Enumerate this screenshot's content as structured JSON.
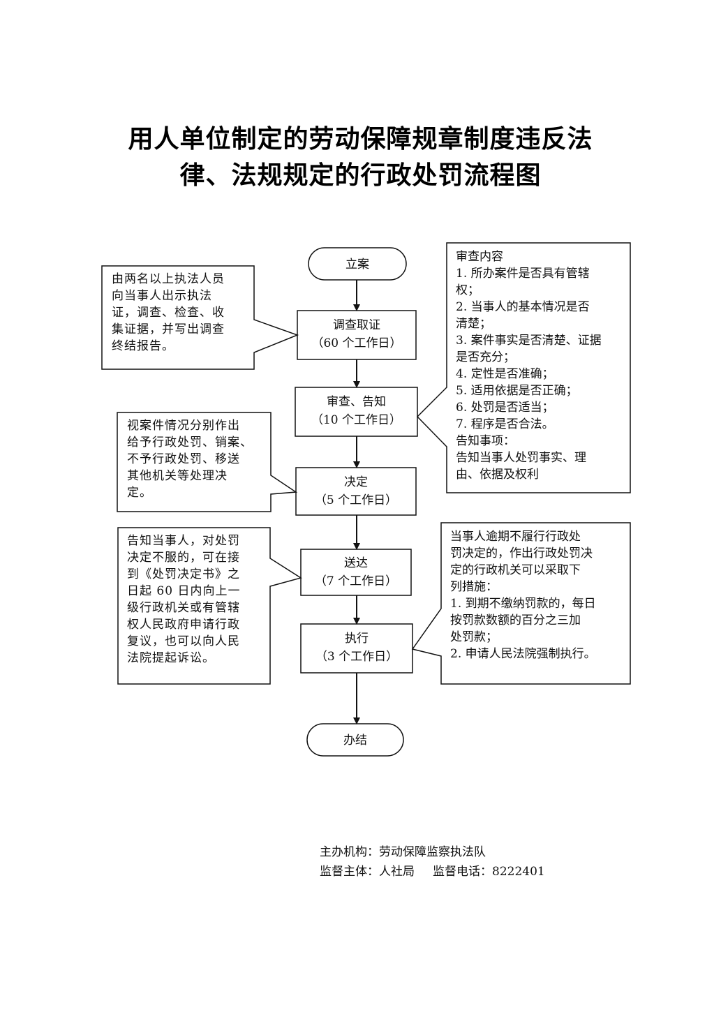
{
  "title": {
    "line1": "用人单位制定的劳动保障规章制度违反法",
    "line2": "律、法规规定的行政处罚流程图"
  },
  "flow": {
    "start": "立案",
    "steps": [
      {
        "name": "调查取证",
        "days": "（60 个工作日）"
      },
      {
        "name": "审查、告知",
        "days": "（10 个工作日）"
      },
      {
        "name": "决定",
        "days": "（5 个工作日）"
      },
      {
        "name": "送达",
        "days": "（7 个工作日）"
      },
      {
        "name": "执行",
        "days": "（3 个工作日）"
      }
    ],
    "end": "办结"
  },
  "notes": {
    "investigation": [
      "由两名以上执法人员",
      "向当事人出示执法",
      "证，调查、检查、收",
      "集证据，并写出调查",
      "终结报告。"
    ],
    "review": [
      "审查内容",
      "1. 所办案件是否具有管辖",
      "权；",
      "2. 当事人的基本情况是否",
      "清楚；",
      "3. 案件事实是否清楚、证据",
      "是否充分；",
      "4. 定性是否准确；",
      "5. 适用依据是否正确；",
      "6. 处罚是否适当；",
      "7. 程序是否合法。",
      "告知事项：",
      "告知当事人处罚事实、理",
      "由、依据及权利"
    ],
    "decision": [
      "视案件情况分别作出",
      "给予行政处罚、销案、",
      "不予行政处罚、移送",
      "其他机关等处理决",
      "定。"
    ],
    "delivery": [
      "告知当事人，对处罚",
      "决定不服的，可在接",
      "到《处罚决定书》之",
      "日起 60 日内向上一",
      "级行政机关或有管辖",
      "权人民政府申请行政",
      "复议，也可以向人民",
      "法院提起诉讼。"
    ],
    "execution": [
      "当事人逾期不履行行政处",
      "罚决定的，作出行政处罚决",
      "定的行政机关可以采取下",
      "列措施：",
      "1. 到期不缴纳罚款的，每日",
      "按罚款数额的百分之三加",
      "处罚款；",
      "2. 申请人民法院强制执行。"
    ]
  },
  "footer": {
    "organizer": "主办机构：劳动保障监察执法队",
    "supervisor": "监督主体：人社局",
    "phone": "监督电话：8222401"
  }
}
